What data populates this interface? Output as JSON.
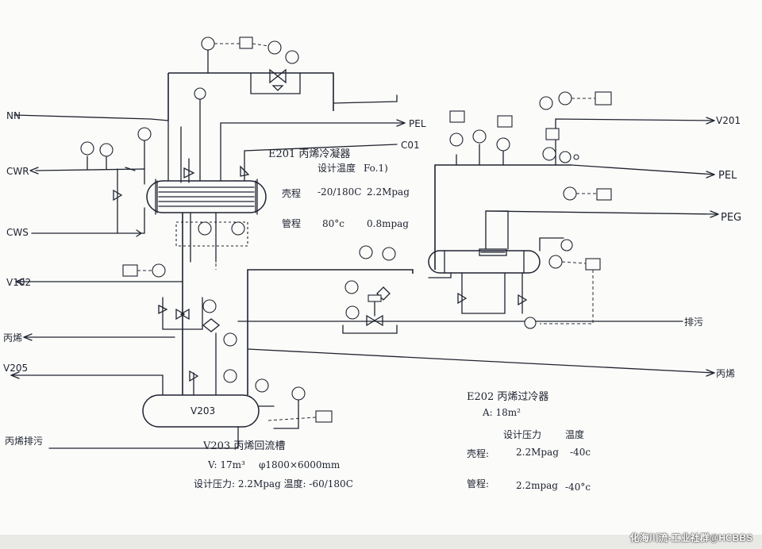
{
  "streams": {
    "nn": "NN",
    "cwr": "CWR",
    "cws": "CWS",
    "v102": "V102",
    "crude": "丙烯",
    "v205": "V205",
    "purge_left": "丙烯排污",
    "pel_top": "PEL",
    "c01": "C01",
    "v201": "V201",
    "pel_right": "PEL",
    "peg": "PEG",
    "purge_right": "排污",
    "propylene_right": "丙烯"
  },
  "e201": {
    "title": "E201 丙烯冷凝器",
    "header_design": "设计温度",
    "header_pressure": "Fo.1)",
    "shell_label": "壳程",
    "shell_temp": "-20/180C",
    "shell_pressure": "2.2Mpag",
    "tube_label": "管程",
    "tube_temp": "80°c",
    "tube_pressure": "0.8mpag"
  },
  "v203": {
    "tag": "V203",
    "title": "V203 丙烯回流槽",
    "volume": "V: 17m³",
    "size": "φ1800×6000mm",
    "design": "设计压力: 2.2Mpag  温度: -60/180C"
  },
  "e202": {
    "title": "E202 丙烯过冷器",
    "area": "A: 18m²",
    "col_pressure": "设计压力",
    "col_temp": "温度",
    "shell_label": "壳程:",
    "shell_pressure": "2.2Mpag",
    "shell_temp": "-40c",
    "tube_label": "管程:",
    "tube_pressure": "2.2mpag",
    "tube_temp": "-40°c"
  },
  "watermark": "化海川流-工业社群@HCBBS"
}
